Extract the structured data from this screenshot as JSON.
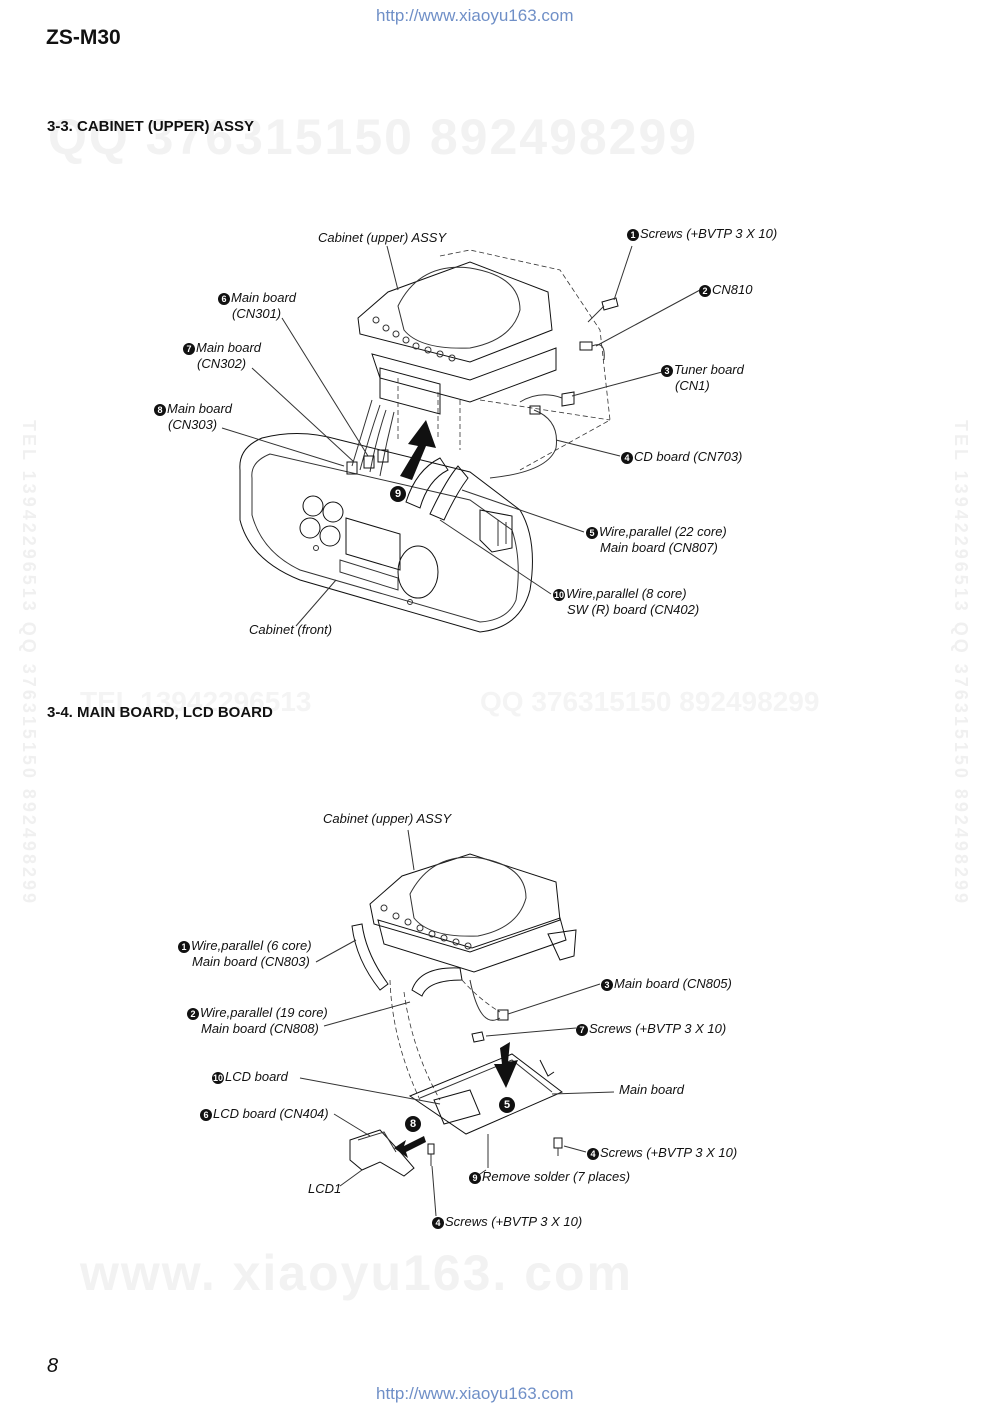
{
  "header": {
    "url": "http://www.xiaoyu163.com",
    "model": "ZS-M30"
  },
  "footer": {
    "url": "http://www.xiaoyu163.com",
    "page": "8"
  },
  "watermarks": {
    "qq_line": "QQ 376315150  892498299",
    "tel_line": "TEL 13942296513",
    "qq_mid": "QQ 376315150  892498299",
    "site": "www. xiaoyu163. com",
    "side_left": "TEL 13942296513 QQ 376315150 892498299",
    "side_right": "TEL 13942296513 QQ 376315150 892498299"
  },
  "section_33": {
    "title": "3-3. CABINET (UPPER) ASSY",
    "labels": {
      "cabinet_upper": "Cabinet (upper) ASSY",
      "l1": "Screws (+BVTP 3 X 10)",
      "l2": "CN810",
      "l3a": "Tuner board",
      "l3b": "(CN1)",
      "l4": "CD board (CN703)",
      "l5a": "Wire,parallel (22 core)",
      "l5b": "Main board (CN807)",
      "l6a": "Main board",
      "l6b": "(CN301)",
      "l7a": "Main board",
      "l7b": "(CN302)",
      "l8a": "Main board",
      "l8b": "(CN303)",
      "l10a": "Wire,parallel (8 core)",
      "l10b": "SW (R) board (CN402)",
      "cabinet_front": "Cabinet (front)"
    },
    "numbers": {
      "n1": "1",
      "n2": "2",
      "n3": "3",
      "n4": "4",
      "n5": "5",
      "n6": "6",
      "n7": "7",
      "n8": "8",
      "n9": "9",
      "n10": "10"
    }
  },
  "section_34": {
    "title": "3-4. MAIN BOARD, LCD BOARD",
    "labels": {
      "cabinet_upper": "Cabinet (upper) ASSY",
      "l1a": "Wire,parallel (6 core)",
      "l1b": "Main board (CN803)",
      "l2a": "Wire,parallel (19 core)",
      "l2b": "Main board (CN808)",
      "l3": "Main board (CN805)",
      "l7": "Screws (+BVTP 3 X 10)",
      "main_board": "Main board",
      "l10": "LCD board",
      "l6": "LCD board (CN404)",
      "l4a": "Screws (+BVTP 3 X 10)",
      "l9": "Remove solder (7 places)",
      "lcd1": "LCD1",
      "l4b": "Screws (+BVTP 3 X 10)"
    },
    "numbers": {
      "n1": "1",
      "n2": "2",
      "n3": "3",
      "n4": "4",
      "n5": "5",
      "n6": "6",
      "n7": "7",
      "n8": "8",
      "n9": "9",
      "n10": "10"
    }
  }
}
